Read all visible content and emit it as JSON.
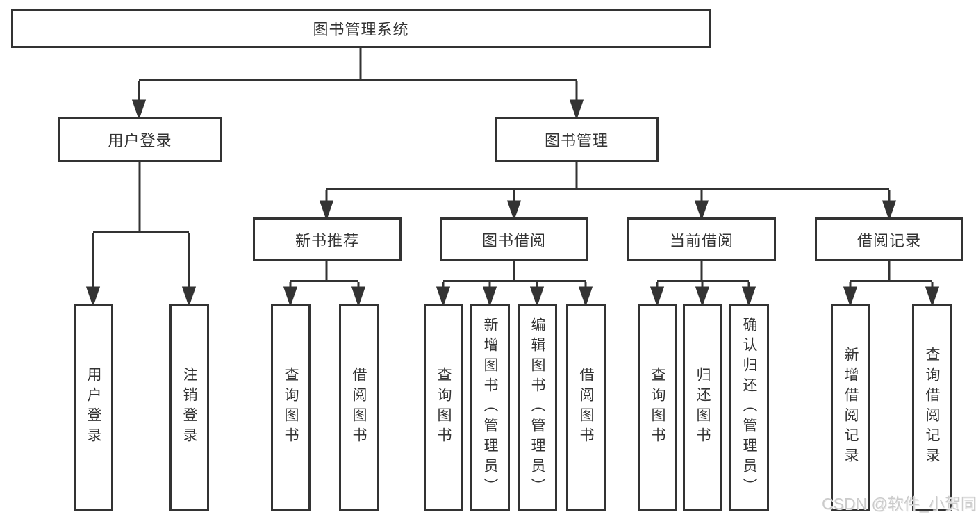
{
  "colors": {
    "background": "#ffffff",
    "line": "#333333",
    "box_border": "#333333",
    "text": "#333333",
    "watermark": "#cbcbcb"
  },
  "tree": {
    "label": "图书管理系统",
    "children": [
      {
        "label": "用户登录",
        "children": [
          {
            "label": "用户登录"
          },
          {
            "label": "注销登录"
          }
        ]
      },
      {
        "label": "图书管理",
        "children": [
          {
            "label": "新书推荐",
            "children": [
              {
                "label": "查询图书"
              },
              {
                "label": "借阅图书"
              }
            ]
          },
          {
            "label": "图书借阅",
            "children": [
              {
                "label": "查询图书"
              },
              {
                "label": "新增图书（管理员）"
              },
              {
                "label": "编辑图书（管理员）"
              },
              {
                "label": "借阅图书"
              }
            ]
          },
          {
            "label": "当前借阅",
            "children": [
              {
                "label": "查询图书"
              },
              {
                "label": "归还图书"
              },
              {
                "label": "确认归还（管理员）"
              }
            ]
          },
          {
            "label": "借阅记录",
            "children": [
              {
                "label": "新增借阅记录"
              },
              {
                "label": "查询借阅记录"
              }
            ]
          }
        ]
      }
    ]
  },
  "watermark": {
    "text": "CSDN @软件_小贺同学"
  }
}
